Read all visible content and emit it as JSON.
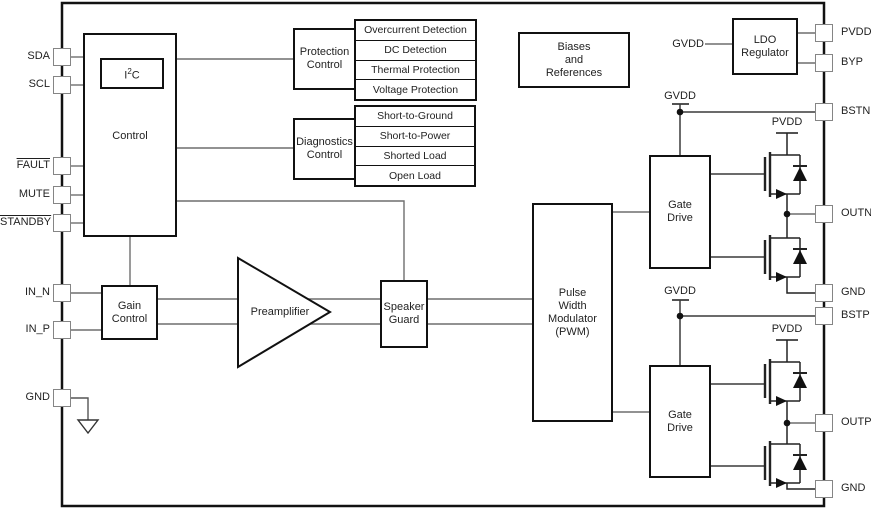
{
  "pins": {
    "left": [
      {
        "label": "SDA",
        "overline": false
      },
      {
        "label": "SCL",
        "overline": false
      },
      {
        "label": "FAULT",
        "overline": true
      },
      {
        "label": "MUTE",
        "overline": false
      },
      {
        "label": "STANDBY",
        "overline": true
      },
      {
        "label": "IN_N",
        "overline": false
      },
      {
        "label": "IN_P",
        "overline": false
      },
      {
        "label": "GND",
        "overline": false
      }
    ],
    "right": [
      {
        "label": "PVDD"
      },
      {
        "label": "BYP"
      },
      {
        "label": "BSTN"
      },
      {
        "label": "OUTN"
      },
      {
        "label": "GND"
      },
      {
        "label": "BSTP"
      },
      {
        "label": "OUTP"
      },
      {
        "label": "GND"
      }
    ]
  },
  "blocks": {
    "control": {
      "label": "Control"
    },
    "i2c": {
      "b1": "I",
      "sup": "2",
      "b2": "C"
    },
    "protection": {
      "l1": "Protection",
      "l2": "Control",
      "items": [
        "Overcurrent Detection",
        "DC Detection",
        "Thermal Protection",
        "Voltage Protection"
      ]
    },
    "diagnostics": {
      "l1": "Diagnostics",
      "l2": "Control",
      "items": [
        "Short-to-Ground",
        "Short-to-Power",
        "Shorted Load",
        "Open Load"
      ]
    },
    "biases": {
      "l1": "Biases",
      "l2": "and",
      "l3": "References"
    },
    "ldo": {
      "l1": "LDO",
      "l2": "Regulator"
    },
    "gain": {
      "l1": "Gain",
      "l2": "Control"
    },
    "preamplifier": {
      "label": "Preamplifier"
    },
    "speaker_guard": {
      "l1": "Speaker",
      "l2": "Guard"
    },
    "pwm": {
      "l1": "Pulse",
      "l2": "Width",
      "l3": "Modulator",
      "l4": "(PWM)"
    },
    "gate_drive": {
      "l1": "Gate",
      "l2": "Drive"
    }
  },
  "supplies": {
    "gvdd": "GVDD",
    "pvdd": "PVDD"
  },
  "colors": {
    "wire_gray": "#6e6e6e",
    "wire_dark": "#3a3a3a",
    "outline": "#111111",
    "pin_border": "#858585"
  }
}
